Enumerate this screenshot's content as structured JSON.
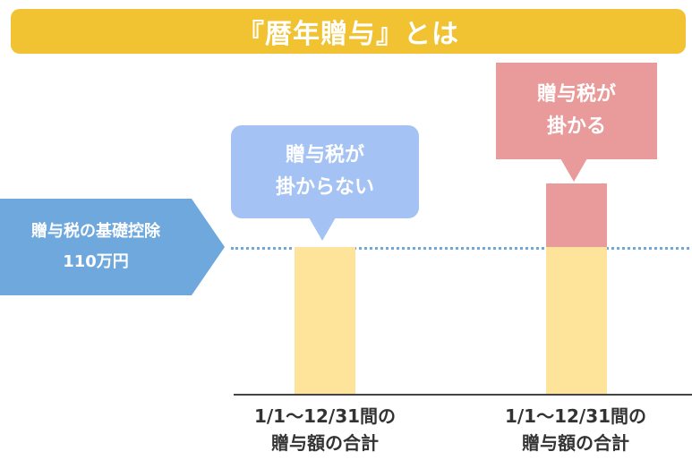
{
  "title": "『暦年贈与』とは",
  "basis": {
    "line1": "贈与税の基礎控除",
    "line2": "110万円"
  },
  "bubbles": {
    "left": {
      "line1": "贈与税が",
      "line2": "掛からない"
    },
    "right": {
      "line1": "贈与税が",
      "line2": "掛かる"
    }
  },
  "x_labels": [
    {
      "line1": "1/1〜12/31間の",
      "line2": "贈与額の合計"
    },
    {
      "line1": "1/1〜12/31間の",
      "line2": "贈与額の合計"
    }
  ],
  "colors": {
    "title_bg": "#f1c232",
    "basis_arrow": "#6fa8dc",
    "threshold_line": "#6fa8dc",
    "bar_below_threshold": "#fde49a",
    "bar_above_threshold": "#e99a9a",
    "bubble_no_tax": "#a4c2f4",
    "bubble_tax": "#e99a9a"
  },
  "bars_relative_to_threshold": [
    {
      "total": 1.0
    },
    {
      "total": 1.43
    }
  ]
}
